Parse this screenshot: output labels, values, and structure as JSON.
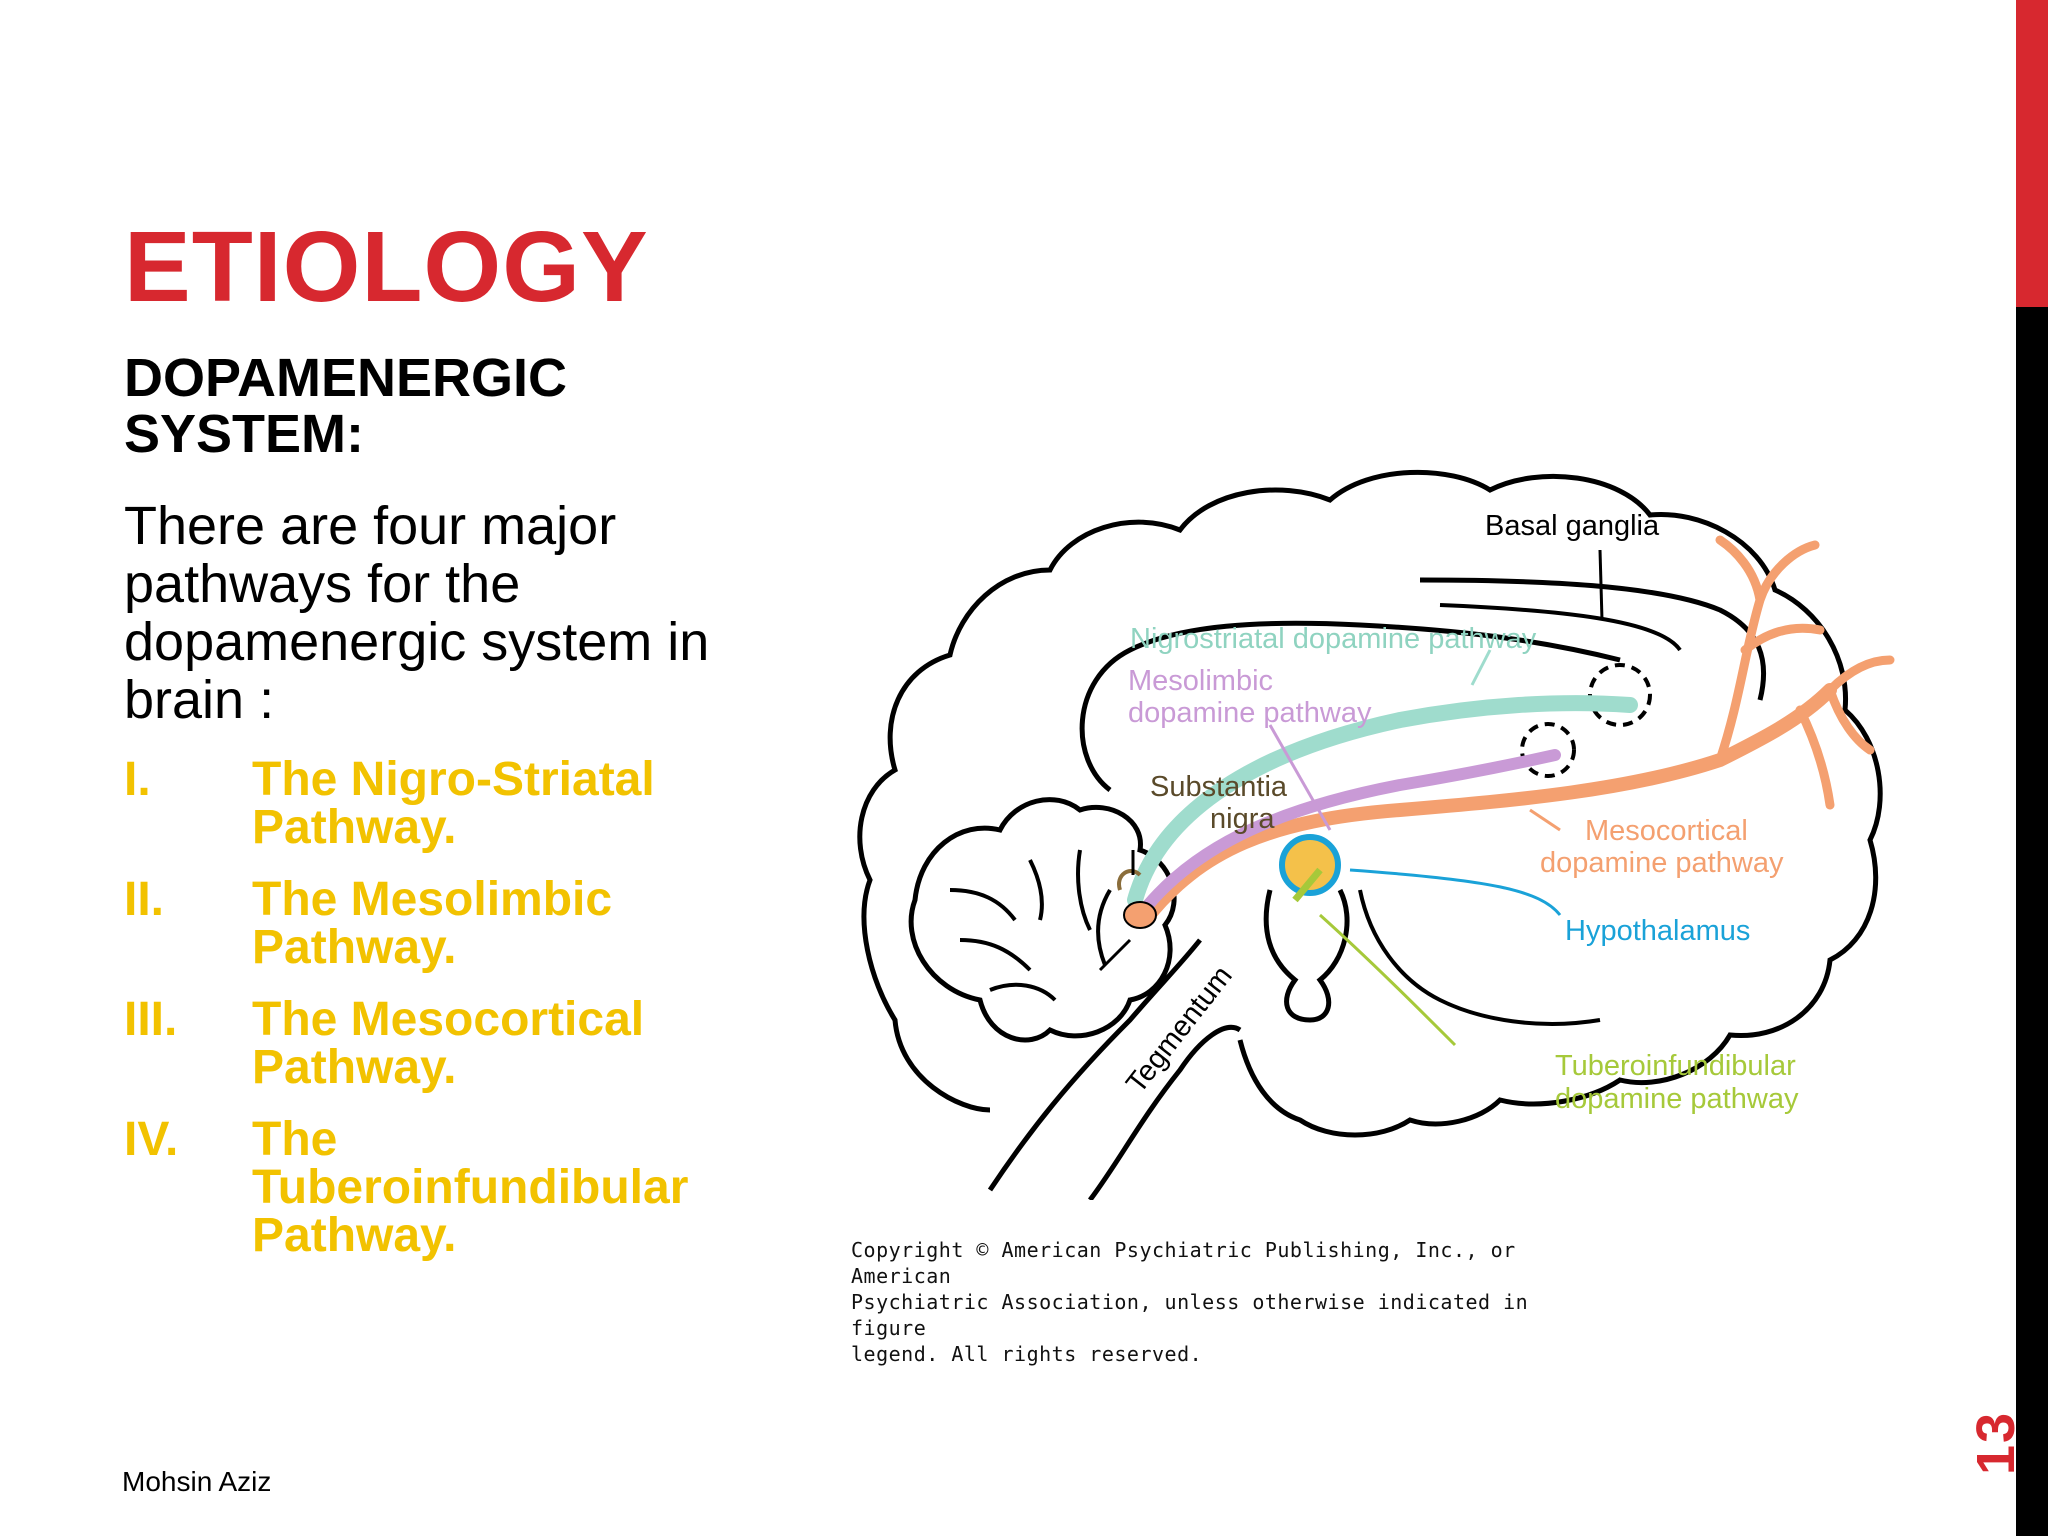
{
  "slide": {
    "title": "ETIOLOGY",
    "subtitle": "DOPAMENERGIC SYSTEM:",
    "intro": "There are four major pathways for the dopamenergic system in brain :",
    "pathways": [
      {
        "numeral": "I.",
        "text": "The Nigro-Striatal Pathway."
      },
      {
        "numeral": "II.",
        "text": "The Mesolimbic Pathway."
      },
      {
        "numeral": "III.",
        "text": "The Mesocortical Pathway."
      },
      {
        "numeral": "IV.",
        "text": "The Tuberoinfundibular Pathway."
      }
    ],
    "author": "Mohsin Aziz",
    "slide_number": "13"
  },
  "figure": {
    "labels": {
      "basal_ganglia": "Basal ganglia",
      "nigrostriatal": "Nigrostriatal dopamine pathway",
      "mesolimbic_1": "Mesolimbic",
      "mesolimbic_2": "dopamine pathway",
      "substantia_1": "Substantia",
      "substantia_2": "nigra",
      "mesocortical_1": "Mesocortical",
      "mesocortical_2": "dopamine pathway",
      "hypothalamus": "Hypothalamus",
      "tegmentum": "Tegmentum",
      "tubero_1": "Tuberoinfundibular",
      "tubero_2": "dopamine pathway"
    },
    "copyright": [
      "Copyright © American Psychiatric Publishing, Inc., or American",
      "Psychiatric Association, unless otherwise indicated in figure",
      "legend. All rights reserved."
    ]
  },
  "colors": {
    "accent_red": "#d7282f",
    "pathway_yellow": "#f2c200",
    "nigrostriatal": "#9fdccd",
    "mesolimbic": "#c99ad6",
    "mesocortical": "#f4a070",
    "hypothalamus": "#1aa2d8",
    "tuberoinfundibular": "#a6c93a"
  }
}
